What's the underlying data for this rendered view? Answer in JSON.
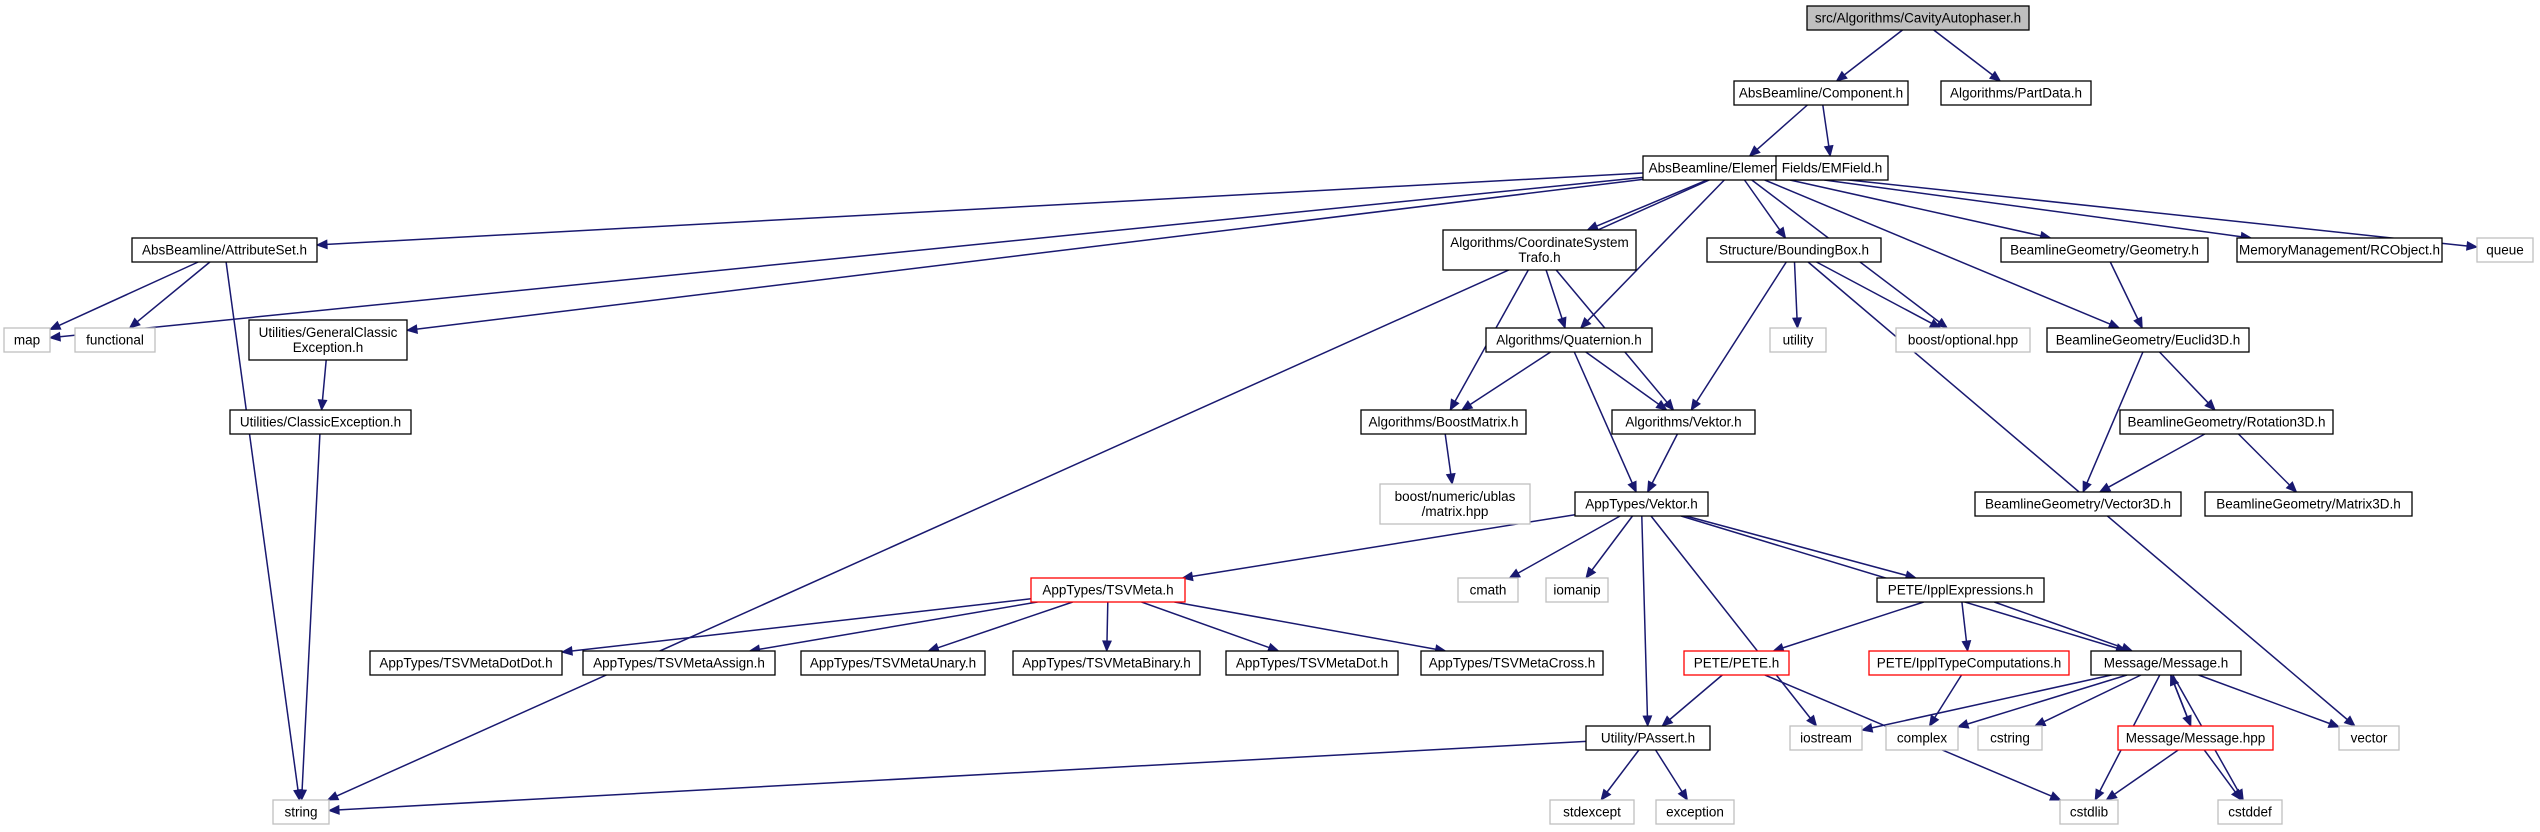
{
  "diagram": {
    "title": "src/Algorithms/CavityAutophaser.h",
    "colors": {
      "edge": "#191970",
      "root_fill": "#bfbfbf",
      "documented_border": "#000000",
      "external_border": "#bfbfbf",
      "truncated_border": "#ff0000",
      "node_fill": "#ffffff"
    },
    "nodes": [
      {
        "id": "root",
        "label": "src/Algorithms/CavityAutophaser.h",
        "kind": "root"
      },
      {
        "id": "component",
        "label": "AbsBeamline/Component.h",
        "kind": "doc"
      },
      {
        "id": "partdata",
        "label": "Algorithms/PartData.h",
        "kind": "doc"
      },
      {
        "id": "elementbase",
        "label": "AbsBeamline/ElementBase.h",
        "kind": "doc"
      },
      {
        "id": "emfield",
        "label": "Fields/EMField.h",
        "kind": "doc"
      },
      {
        "id": "attributeset",
        "label": "AbsBeamline/AttributeSet.h",
        "kind": "doc"
      },
      {
        "id": "coordtrafo",
        "label": "Algorithms/CoordinateSystem\nTrafo.h",
        "kind": "doc"
      },
      {
        "id": "boundingbox",
        "label": "Structure/BoundingBox.h",
        "kind": "doc"
      },
      {
        "id": "bgeometry",
        "label": "BeamlineGeometry/Geometry.h",
        "kind": "doc"
      },
      {
        "id": "rcobject",
        "label": "MemoryManagement/RCObject.h",
        "kind": "doc"
      },
      {
        "id": "queue",
        "label": "queue",
        "kind": "ext"
      },
      {
        "id": "map",
        "label": "map",
        "kind": "ext"
      },
      {
        "id": "functional",
        "label": "functional",
        "kind": "ext"
      },
      {
        "id": "gce",
        "label": "Utilities/GeneralClassic\nException.h",
        "kind": "doc"
      },
      {
        "id": "quaternion",
        "label": "Algorithms/Quaternion.h",
        "kind": "doc"
      },
      {
        "id": "utility",
        "label": "utility",
        "kind": "ext"
      },
      {
        "id": "boostopt",
        "label": "boost/optional.hpp",
        "kind": "ext"
      },
      {
        "id": "euclid",
        "label": "BeamlineGeometry/Euclid3D.h",
        "kind": "doc"
      },
      {
        "id": "classicexc",
        "label": "Utilities/ClassicException.h",
        "kind": "doc"
      },
      {
        "id": "boostmatrix",
        "label": "Algorithms/BoostMatrix.h",
        "kind": "doc"
      },
      {
        "id": "algvektor",
        "label": "Algorithms/Vektor.h",
        "kind": "doc"
      },
      {
        "id": "rotation",
        "label": "BeamlineGeometry/Rotation3D.h",
        "kind": "doc"
      },
      {
        "id": "ublas",
        "label": "boost/numeric/ublas\n/matrix.hpp",
        "kind": "ext"
      },
      {
        "id": "appvektor",
        "label": "AppTypes/Vektor.h",
        "kind": "doc"
      },
      {
        "id": "vector3d",
        "label": "BeamlineGeometry/Vector3D.h",
        "kind": "doc"
      },
      {
        "id": "matrix3d",
        "label": "BeamlineGeometry/Matrix3D.h",
        "kind": "doc"
      },
      {
        "id": "tsvmeta",
        "label": "AppTypes/TSVMeta.h",
        "kind": "trunc"
      },
      {
        "id": "cmath",
        "label": "cmath",
        "kind": "ext"
      },
      {
        "id": "iomanip",
        "label": "iomanip",
        "kind": "ext"
      },
      {
        "id": "ipplexpr",
        "label": "PETE/IpplExpressions.h",
        "kind": "doc"
      },
      {
        "id": "tsvdotdot",
        "label": "AppTypes/TSVMetaDotDot.h",
        "kind": "doc"
      },
      {
        "id": "tsvassign",
        "label": "AppTypes/TSVMetaAssign.h",
        "kind": "doc"
      },
      {
        "id": "tsvunary",
        "label": "AppTypes/TSVMetaUnary.h",
        "kind": "doc"
      },
      {
        "id": "tsvbinary",
        "label": "AppTypes/TSVMetaBinary.h",
        "kind": "doc"
      },
      {
        "id": "tsvdot",
        "label": "AppTypes/TSVMetaDot.h",
        "kind": "doc"
      },
      {
        "id": "tsvcross",
        "label": "AppTypes/TSVMetaCross.h",
        "kind": "doc"
      },
      {
        "id": "pete",
        "label": "PETE/PETE.h",
        "kind": "trunc"
      },
      {
        "id": "ippltype",
        "label": "PETE/IpplTypeComputations.h",
        "kind": "trunc"
      },
      {
        "id": "message",
        "label": "Message/Message.h",
        "kind": "doc"
      },
      {
        "id": "passert",
        "label": "Utility/PAssert.h",
        "kind": "doc"
      },
      {
        "id": "iostream",
        "label": "iostream",
        "kind": "ext"
      },
      {
        "id": "complex",
        "label": "complex",
        "kind": "ext"
      },
      {
        "id": "cstring",
        "label": "cstring",
        "kind": "ext"
      },
      {
        "id": "messagehpp",
        "label": "Message/Message.hpp",
        "kind": "trunc"
      },
      {
        "id": "vector",
        "label": "vector",
        "kind": "ext"
      },
      {
        "id": "string",
        "label": "string",
        "kind": "ext"
      },
      {
        "id": "stdexcept",
        "label": "stdexcept",
        "kind": "ext"
      },
      {
        "id": "exception",
        "label": "exception",
        "kind": "ext"
      },
      {
        "id": "cstdlib",
        "label": "cstdlib",
        "kind": "ext"
      },
      {
        "id": "cstddef",
        "label": "cstddef",
        "kind": "ext"
      }
    ],
    "edges": [
      [
        "root",
        "component"
      ],
      [
        "root",
        "partdata"
      ],
      [
        "component",
        "elementbase"
      ],
      [
        "component",
        "emfield"
      ],
      [
        "elementbase",
        "attributeset"
      ],
      [
        "elementbase",
        "map"
      ],
      [
        "elementbase",
        "gce"
      ],
      [
        "elementbase",
        "string"
      ],
      [
        "elementbase",
        "coordtrafo"
      ],
      [
        "elementbase",
        "quaternion"
      ],
      [
        "elementbase",
        "boundingbox"
      ],
      [
        "elementbase",
        "boostopt"
      ],
      [
        "elementbase",
        "bgeometry"
      ],
      [
        "elementbase",
        "euclid"
      ],
      [
        "elementbase",
        "rcobject"
      ],
      [
        "elementbase",
        "queue"
      ],
      [
        "attributeset",
        "map"
      ],
      [
        "attributeset",
        "functional"
      ],
      [
        "attributeset",
        "string"
      ],
      [
        "gce",
        "classicexc"
      ],
      [
        "classicexc",
        "string"
      ],
      [
        "coordtrafo",
        "quaternion"
      ],
      [
        "coordtrafo",
        "boostmatrix"
      ],
      [
        "coordtrafo",
        "algvektor"
      ],
      [
        "quaternion",
        "boostmatrix"
      ],
      [
        "quaternion",
        "algvektor"
      ],
      [
        "quaternion",
        "appvektor"
      ],
      [
        "boundingbox",
        "utility"
      ],
      [
        "boundingbox",
        "boostopt"
      ],
      [
        "boundingbox",
        "algvektor"
      ],
      [
        "boundingbox",
        "vector"
      ],
      [
        "bgeometry",
        "euclid"
      ],
      [
        "euclid",
        "rotation"
      ],
      [
        "euclid",
        "vector3d"
      ],
      [
        "rotation",
        "vector3d"
      ],
      [
        "rotation",
        "matrix3d"
      ],
      [
        "boostmatrix",
        "ublas"
      ],
      [
        "algvektor",
        "appvektor"
      ],
      [
        "appvektor",
        "tsvmeta"
      ],
      [
        "appvektor",
        "cmath"
      ],
      [
        "appvektor",
        "iomanip"
      ],
      [
        "appvektor",
        "ipplexpr"
      ],
      [
        "appvektor",
        "passert"
      ],
      [
        "appvektor",
        "iostream"
      ],
      [
        "appvektor",
        "message"
      ],
      [
        "tsvmeta",
        "tsvdotdot"
      ],
      [
        "tsvmeta",
        "tsvassign"
      ],
      [
        "tsvmeta",
        "tsvunary"
      ],
      [
        "tsvmeta",
        "tsvbinary"
      ],
      [
        "tsvmeta",
        "tsvdot"
      ],
      [
        "tsvmeta",
        "tsvcross"
      ],
      [
        "ipplexpr",
        "pete"
      ],
      [
        "ipplexpr",
        "ippltype"
      ],
      [
        "ipplexpr",
        "message"
      ],
      [
        "pete",
        "passert"
      ],
      [
        "pete",
        "cstdlib"
      ],
      [
        "ippltype",
        "complex"
      ],
      [
        "message",
        "iostream"
      ],
      [
        "message",
        "complex"
      ],
      [
        "message",
        "cstring"
      ],
      [
        "message",
        "messagehpp"
      ],
      [
        "message",
        "vector"
      ],
      [
        "message",
        "cstdlib"
      ],
      [
        "message",
        "cstddef"
      ],
      [
        "messagehpp",
        "message"
      ],
      [
        "messagehpp",
        "cstdlib"
      ],
      [
        "messagehpp",
        "cstddef"
      ],
      [
        "passert",
        "string"
      ],
      [
        "passert",
        "stdexcept"
      ],
      [
        "passert",
        "exception"
      ]
    ]
  }
}
